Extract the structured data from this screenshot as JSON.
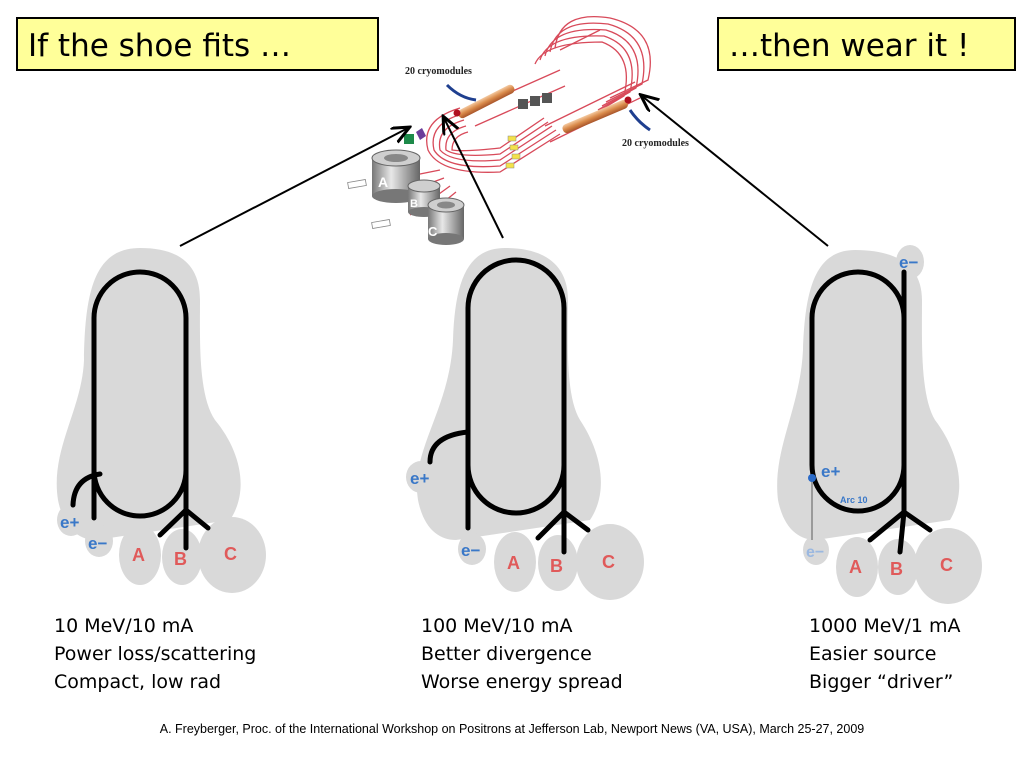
{
  "title_left": "If the shoe fits …",
  "title_right": "…then wear it !",
  "machine": {
    "cryomodules_top": "20 cryomodules",
    "cryomodules_right": "20 cryomodules",
    "hall_a": "A",
    "hall_b": "B",
    "hall_c": "C"
  },
  "options": [
    {
      "halls": [
        "A",
        "B",
        "C"
      ],
      "positron_label": "e+",
      "electron_label": "e−",
      "lines": [
        "10 MeV/10 mA",
        "Power loss/scattering",
        "Compact, low rad"
      ]
    },
    {
      "halls": [
        "A",
        "B",
        "C"
      ],
      "positron_label": "e+",
      "electron_label": "e−",
      "lines": [
        "100 MeV/10 mA",
        "Better divergence",
        "Worse energy spread"
      ]
    },
    {
      "halls": [
        "A",
        "B",
        "C"
      ],
      "positron_label": "e+",
      "electron_label": "e−",
      "electron_top_label": "e−",
      "arc_label": "Arc 10",
      "lines": [
        "1000 MeV/1 mA",
        "Easier source",
        "Bigger “driver”"
      ]
    }
  ],
  "reference": "A. Freyberger, Proc. of the International Workshop on Positrons at Jefferson Lab, Newport News (VA, USA), March 25-27, 2009",
  "colors": {
    "title_bg": "#ffff99",
    "shoe_gray": "#d9d9d9",
    "hall_label_red": "#e05a5a",
    "particle_blue": "#3a78c8",
    "accelerator_red": "#d84a5a"
  }
}
